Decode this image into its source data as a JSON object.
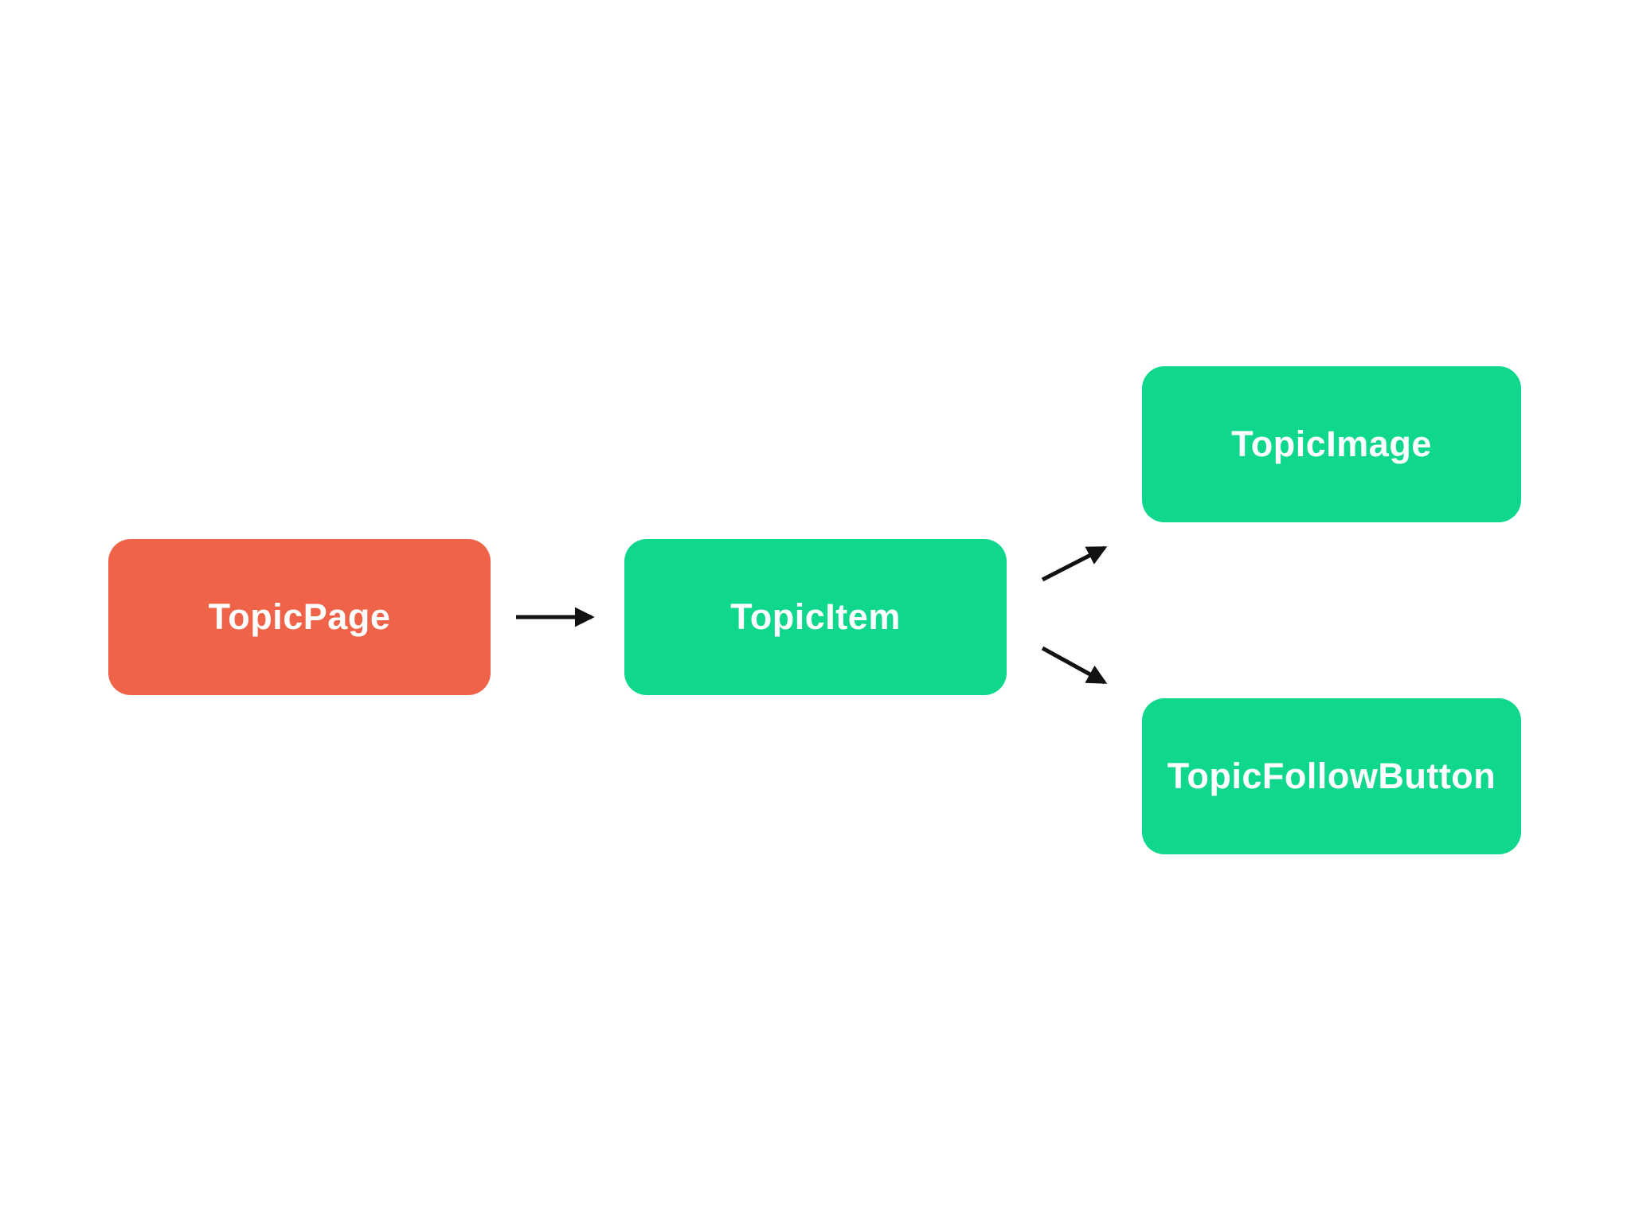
{
  "diagram": {
    "background_color": "#ffffff",
    "arrow_color": "#121212",
    "text_color": "#ffffff",
    "nodes": [
      {
        "id": "TopicPage",
        "label": "TopicPage",
        "color": "#EF6348"
      },
      {
        "id": "TopicItem",
        "label": "TopicItem",
        "color": "#0FD78C"
      },
      {
        "id": "TopicImage",
        "label": "TopicImage",
        "color": "#0FD78C"
      },
      {
        "id": "TopicFollowButton",
        "label": "TopicFollowButton",
        "color": "#0FD78C"
      }
    ],
    "edges": [
      {
        "from": "TopicPage",
        "to": "TopicItem"
      },
      {
        "from": "TopicItem",
        "to": "TopicImage"
      },
      {
        "from": "TopicItem",
        "to": "TopicFollowButton"
      }
    ]
  }
}
